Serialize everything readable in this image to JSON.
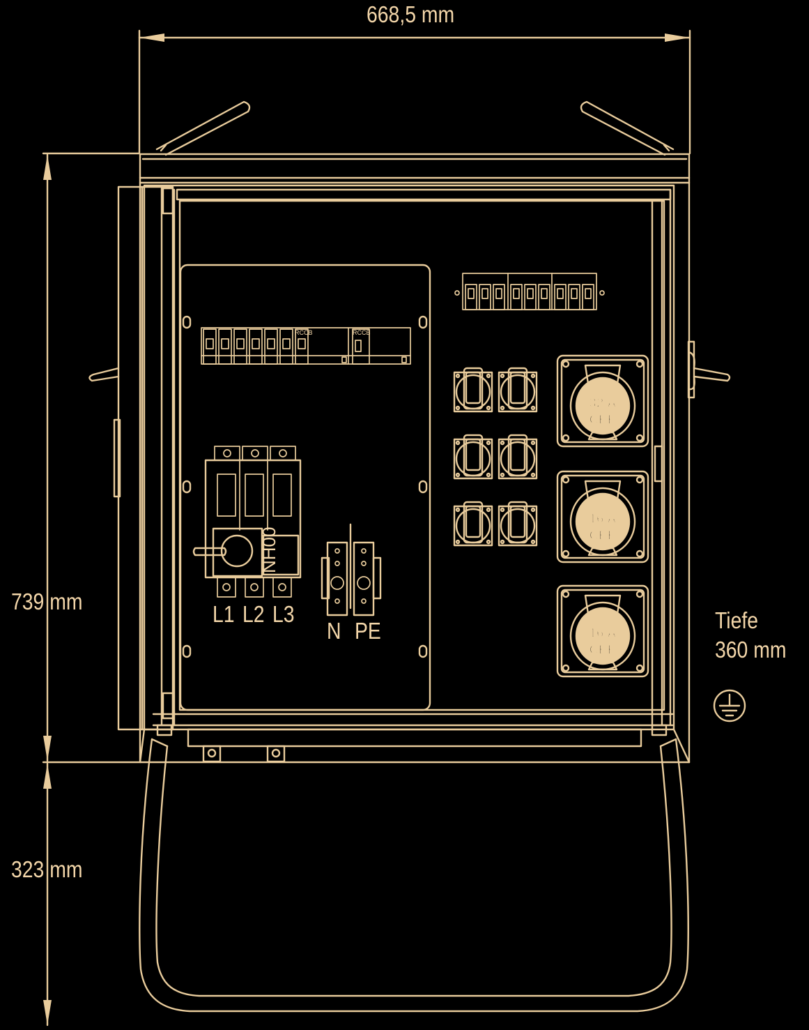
{
  "dimensions": {
    "width": "668,5 mm",
    "height_box": "739 mm",
    "height_stand": "323 mm",
    "depth_label": "Tiefe",
    "depth_value": "360 mm"
  },
  "labels": {
    "switch_type": "NH00",
    "phase_1": "L1",
    "phase_2": "L2",
    "phase_3": "L3",
    "neutral": "N",
    "protective_earth": "PE",
    "rccb": "RCCB"
  },
  "cee_sockets": [
    {
      "rating": "32 A",
      "type": "CEE"
    },
    {
      "rating": "16 A",
      "type": "CEE"
    },
    {
      "rating": "16 A",
      "type": "CEE"
    }
  ],
  "icons": [
    "ground-icon"
  ],
  "colors": {
    "background": "#000000",
    "line": "#e9cc9c",
    "text": "#f4d7aa"
  }
}
